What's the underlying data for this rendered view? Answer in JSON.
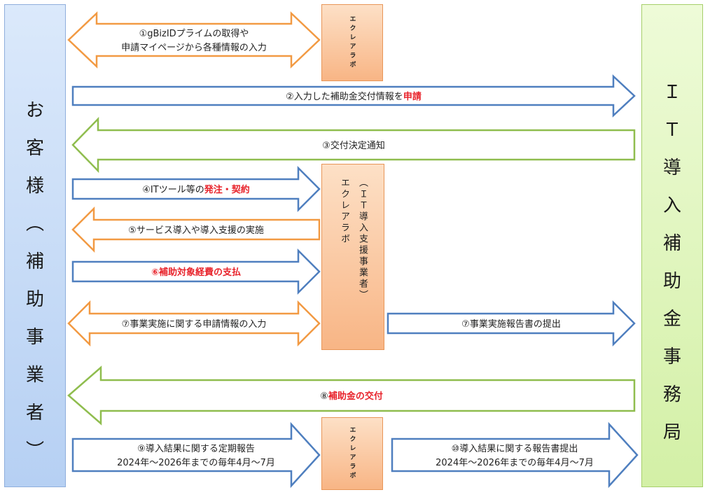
{
  "left_column": {
    "title_chars": [
      "お",
      "客",
      "様",
      "︵",
      "補",
      "助",
      "事",
      "業",
      "者",
      "︶"
    ]
  },
  "right_column": {
    "title_chars": [
      "Ｉ",
      "Ｔ",
      "導",
      "入",
      "補",
      "助",
      "金",
      "事",
      "務",
      "局"
    ]
  },
  "vendor_short": "エクレアラボ",
  "vendor_long_lines": [
    "エクレアラボ",
    "（ＩＴ導入支援事業者）"
  ],
  "arrows": [
    {
      "id": "a1",
      "lines": [
        [
          {
            "t": "①gBizIDプライムの取得や"
          }
        ],
        [
          {
            "t": "申請マイページから各種情報の入力"
          }
        ]
      ]
    },
    {
      "id": "a2",
      "lines": [
        [
          {
            "t": "②入力した補助金交付情報を"
          },
          {
            "t": "申請",
            "red": true
          }
        ]
      ]
    },
    {
      "id": "a3",
      "lines": [
        [
          {
            "t": "③交付決定通知"
          }
        ]
      ]
    },
    {
      "id": "a4",
      "lines": [
        [
          {
            "t": "④ITツール等の"
          },
          {
            "t": "発注・契約",
            "red": true
          }
        ]
      ]
    },
    {
      "id": "a5",
      "lines": [
        [
          {
            "t": "⑤サービス導入や導入支援の実施"
          }
        ]
      ]
    },
    {
      "id": "a6",
      "lines": [
        [
          {
            "t": "⑥補助対象経費の支払",
            "red": true
          }
        ]
      ]
    },
    {
      "id": "a7",
      "lines": [
        [
          {
            "t": "⑦事業実施に関する申請情報の入力"
          }
        ]
      ]
    },
    {
      "id": "a7b",
      "lines": [
        [
          {
            "t": "⑦事業実施報告書の提出"
          }
        ]
      ]
    },
    {
      "id": "a8",
      "lines": [
        [
          {
            "t": "⑧"
          },
          {
            "t": "補助金の交付",
            "red": true
          }
        ]
      ]
    },
    {
      "id": "a9",
      "lines": [
        [
          {
            "t": "⑨導入結果に関する定期報告"
          }
        ],
        [
          {
            "t": "2024年～2026年までの毎年4月～7月"
          }
        ]
      ]
    },
    {
      "id": "a10",
      "lines": [
        [
          {
            "t": "⑩導入結果に関する報告書提出"
          }
        ],
        [
          {
            "t": "2024年～2026年までの毎年4月～7月"
          }
        ]
      ]
    }
  ],
  "colors": {
    "orange_stroke": "#f29a43",
    "blue_stroke": "#4f7fbf",
    "green_stroke": "#8fbd4e",
    "highlight_red": "#e8232b",
    "text": "#222222"
  }
}
